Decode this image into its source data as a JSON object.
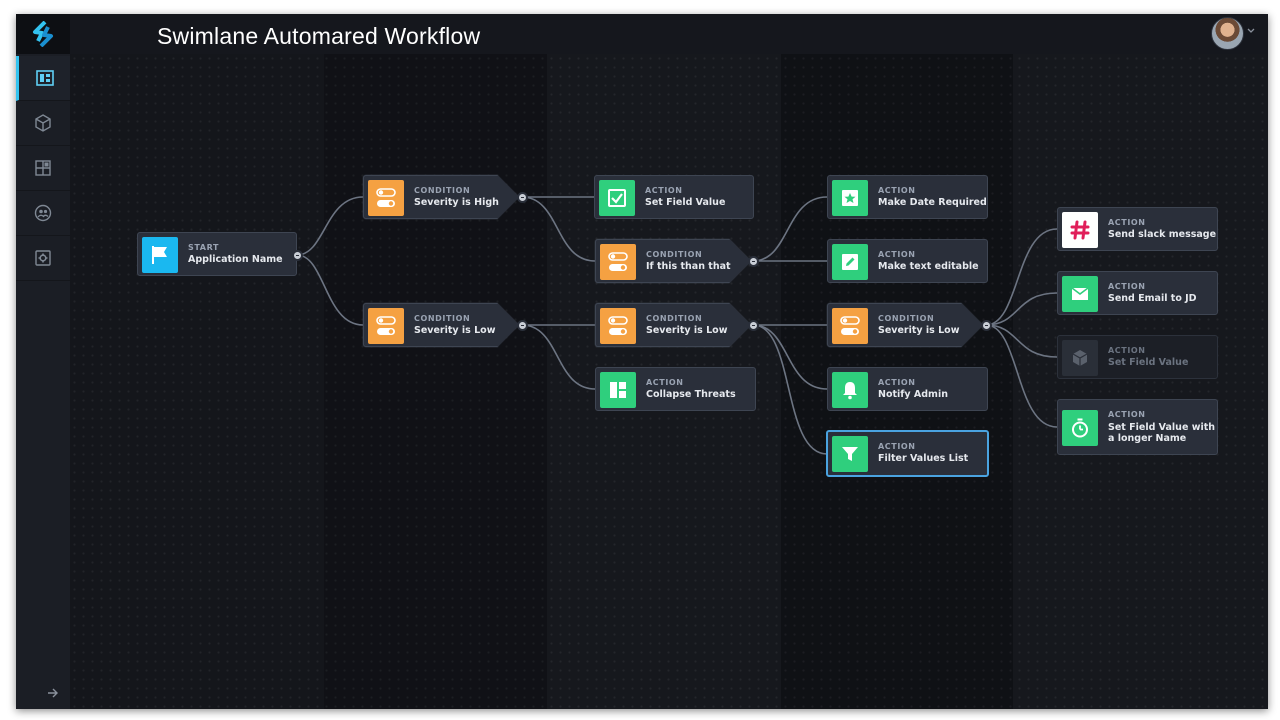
{
  "window": {
    "title": "Swimlane Automared Workflow"
  },
  "sidebar": {
    "items": [
      {
        "name": "workflows",
        "icon": "dashboard-icon",
        "active": true
      },
      {
        "name": "applications",
        "icon": "cube-icon",
        "active": false
      },
      {
        "name": "dashboards",
        "icon": "grid-icon",
        "active": false
      },
      {
        "name": "users",
        "icon": "users-icon",
        "active": false
      },
      {
        "name": "settings",
        "icon": "gear-icon",
        "active": false
      }
    ],
    "expand_icon": "arrow-right-icon"
  },
  "colors": {
    "condition": "#f5a142",
    "action": "#2fcf7d",
    "start": "#1ab8f0",
    "slack": "#e01e5a",
    "accent": "#33c3f0",
    "selected_border": "#4aa3e0"
  },
  "workflow": {
    "start": {
      "kind": "START",
      "label": "Application Name",
      "icon": "flag-icon"
    },
    "nodes": [
      {
        "id": "cond_high",
        "kind": "CONDITION",
        "label": "Severity is High",
        "icon": "toggle-icon"
      },
      {
        "id": "cond_low_1",
        "kind": "CONDITION",
        "label": "Severity is Low",
        "icon": "toggle-icon"
      },
      {
        "id": "act_set_field",
        "kind": "ACTION",
        "label": "Set Field Value",
        "icon": "checkbox-icon"
      },
      {
        "id": "cond_if_this",
        "kind": "CONDITION",
        "label": "If this than that",
        "icon": "toggle-icon"
      },
      {
        "id": "cond_low_2",
        "kind": "CONDITION",
        "label": "Severity is Low",
        "icon": "toggle-icon"
      },
      {
        "id": "act_collapse",
        "kind": "ACTION",
        "label": "Collapse Threats",
        "icon": "layout-icon"
      },
      {
        "id": "act_date_required",
        "kind": "ACTION",
        "label": "Make Date Required",
        "icon": "star-icon"
      },
      {
        "id": "act_text_editable",
        "kind": "ACTION",
        "label": "Make text editable",
        "icon": "pencil-icon"
      },
      {
        "id": "cond_low_3",
        "kind": "CONDITION",
        "label": "Severity is Low",
        "icon": "toggle-icon"
      },
      {
        "id": "act_notify_admin",
        "kind": "ACTION",
        "label": "Notify Admin",
        "icon": "bell-icon"
      },
      {
        "id": "act_filter_values",
        "kind": "ACTION",
        "label": "Filter Values List",
        "icon": "filter-icon",
        "selected": true
      },
      {
        "id": "act_slack",
        "kind": "ACTION",
        "label": "Send slack message",
        "icon": "slack-icon"
      },
      {
        "id": "act_email",
        "kind": "ACTION",
        "label": "Send Email to JD",
        "icon": "mail-icon"
      },
      {
        "id": "act_set_field_disabled",
        "kind": "ACTION",
        "label": "Set Field Value",
        "icon": "cube-icon",
        "disabled": true
      },
      {
        "id": "act_set_field_long",
        "kind": "ACTION",
        "label": "Set Field Value with a longer Name",
        "icon": "timer-icon"
      }
    ]
  }
}
